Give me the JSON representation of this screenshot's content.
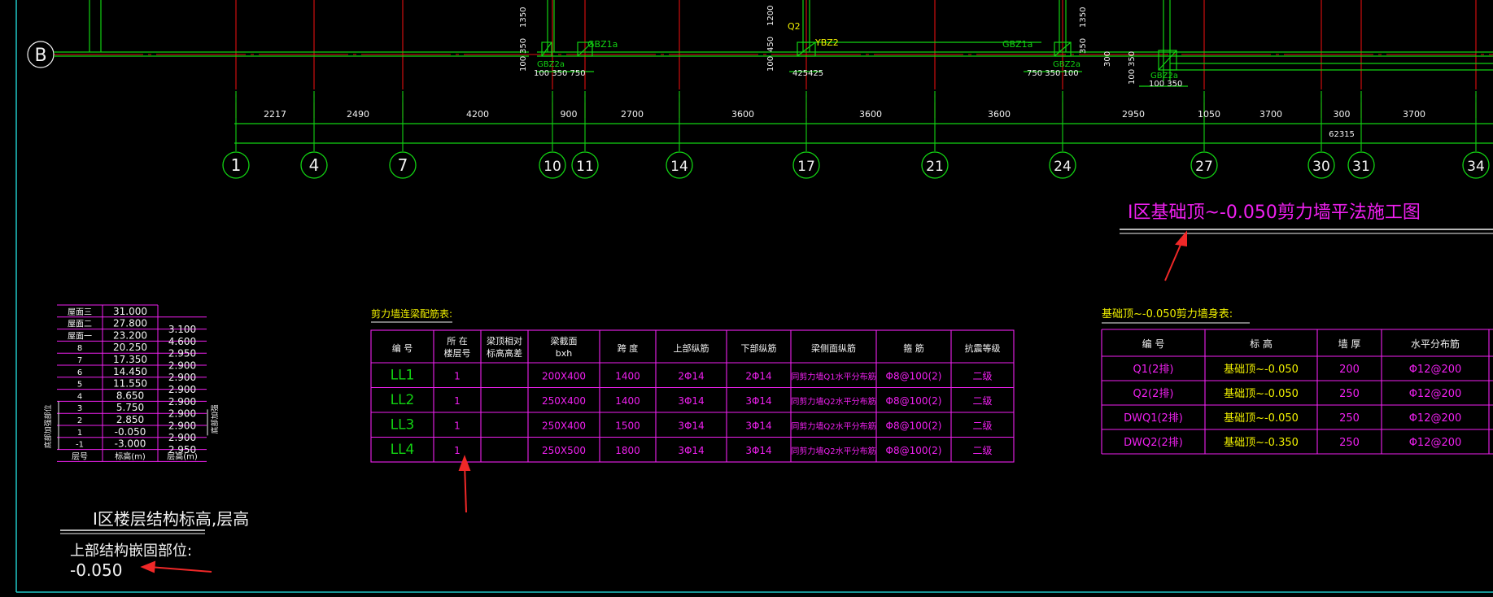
{
  "colors": {
    "background": "#000000",
    "grid_red": "#e01010",
    "wall_green": "#12d212",
    "table_magenta": "#f020f0",
    "text_yellow": "#f0f000",
    "frame_cyan": "#20c8c8",
    "arrow_red": "#f02828"
  },
  "row_b_label": "B",
  "wall_labels": {
    "gbz1a_a": "GBZ1a",
    "gbz1a_b": "GBZ1a",
    "gbz2a_a": "GBZ2a",
    "gbz2a_b": "GBZ2a",
    "gbz2a_c": "GBZ2a",
    "ybz2": "YBZ2",
    "q2": "Q2"
  },
  "small_dims": {
    "d350a": "350",
    "d1350a": "1350",
    "d100a": "100",
    "d100_350_750": "100 350 750",
    "d1200": "1200",
    "d450": "450",
    "d100b": "100",
    "d425425": "425425",
    "d1350b": "1350",
    "d350b": "350",
    "d750_350_100": "750 350 100",
    "d300": "300",
    "d350c": "350",
    "d100c": "100",
    "d100_350": "100 350"
  },
  "dimensions": [
    "2217",
    "2490",
    "4200",
    "900",
    "2700",
    "3600",
    "3600",
    "3600",
    "2950",
    "1050",
    "3700",
    "300",
    "3700"
  ],
  "total_dimension": "62315",
  "axes": [
    "1",
    "4",
    "7",
    "10",
    "11",
    "14",
    "17",
    "21",
    "24",
    "27",
    "30",
    "31",
    "34"
  ],
  "drawing_title": "Ⅰ区基础顶~-0.050剪力墙平法施工图",
  "floor_table": {
    "title": "Ⅰ区楼层结构标高,层高",
    "rows": [
      {
        "floor": "屋面三",
        "elev": "31.000",
        "height": ""
      },
      {
        "floor": "屋面二",
        "elev": "27.800",
        "height": "3.100"
      },
      {
        "floor": "屋面一",
        "elev": "23.200",
        "height": "4.600"
      },
      {
        "floor": "8",
        "elev": "20.250",
        "height": "2.950"
      },
      {
        "floor": "7",
        "elev": "17.350",
        "height": "2.900"
      },
      {
        "floor": "6",
        "elev": "14.450",
        "height": "2.900"
      },
      {
        "floor": "5",
        "elev": "11.550",
        "height": "2.900"
      },
      {
        "floor": "4",
        "elev": "8.650",
        "height": "2.900"
      },
      {
        "floor": "3",
        "elev": "5.750",
        "height": "2.900"
      },
      {
        "floor": "2",
        "elev": "2.850",
        "height": "2.900"
      },
      {
        "floor": "1",
        "elev": "-0.050",
        "height": "2.900"
      },
      {
        "floor": "-1",
        "elev": "-3.000",
        "height": "2.950"
      }
    ],
    "footer": {
      "floor": "层号",
      "elev": "标高(m)",
      "height": "层高(m)"
    },
    "left_side_label": "底部加强部位",
    "right_side_label": "底部加强",
    "embed_label": "上部结构嵌固部位:",
    "embed_value": "-0.050"
  },
  "beam_table": {
    "title": "剪力墙连梁配筋表:",
    "headers": [
      "编 号",
      "所 在\n楼层号",
      "梁顶相对\n标高高差",
      "梁截面\nbxh",
      "跨 度",
      "上部纵筋",
      "下部纵筋",
      "梁侧面纵筋",
      "箍 筋",
      "抗震等级"
    ],
    "rows": [
      [
        "LL1",
        "1",
        "",
        "200X400",
        "1400",
        "2Φ14",
        "2Φ14",
        "同剪力墙Q1水平分布筋",
        "Φ8@100(2)",
        "二级"
      ],
      [
        "LL2",
        "1",
        "",
        "250X400",
        "1400",
        "3Φ14",
        "3Φ14",
        "同剪力墙Q2水平分布筋",
        "Φ8@100(2)",
        "二级"
      ],
      [
        "LL3",
        "1",
        "",
        "250X400",
        "1500",
        "3Φ14",
        "3Φ14",
        "同剪力墙Q2水平分布筋",
        "Φ8@100(2)",
        "二级"
      ],
      [
        "LL4",
        "1",
        "",
        "250X500",
        "1800",
        "3Φ14",
        "3Φ14",
        "同剪力墙Q2水平分布筋",
        "Φ8@100(2)",
        "二级"
      ]
    ]
  },
  "wall_table": {
    "title": "基础顶~-0.050剪力墙身表:",
    "headers": [
      "编 号",
      "标  高",
      "墙 厚",
      "水平分布筋"
    ],
    "rows": [
      [
        "Q1(2排)",
        "基础顶~-0.050",
        "200",
        "Φ12@200"
      ],
      [
        "Q2(2排)",
        "基础顶~-0.050",
        "250",
        "Φ12@200"
      ],
      [
        "DWQ1(2排)",
        "基础顶~-0.050",
        "250",
        "Φ12@200"
      ],
      [
        "DWQ2(2排)",
        "基础顶~-0.350",
        "250",
        "Φ12@200"
      ]
    ]
  }
}
